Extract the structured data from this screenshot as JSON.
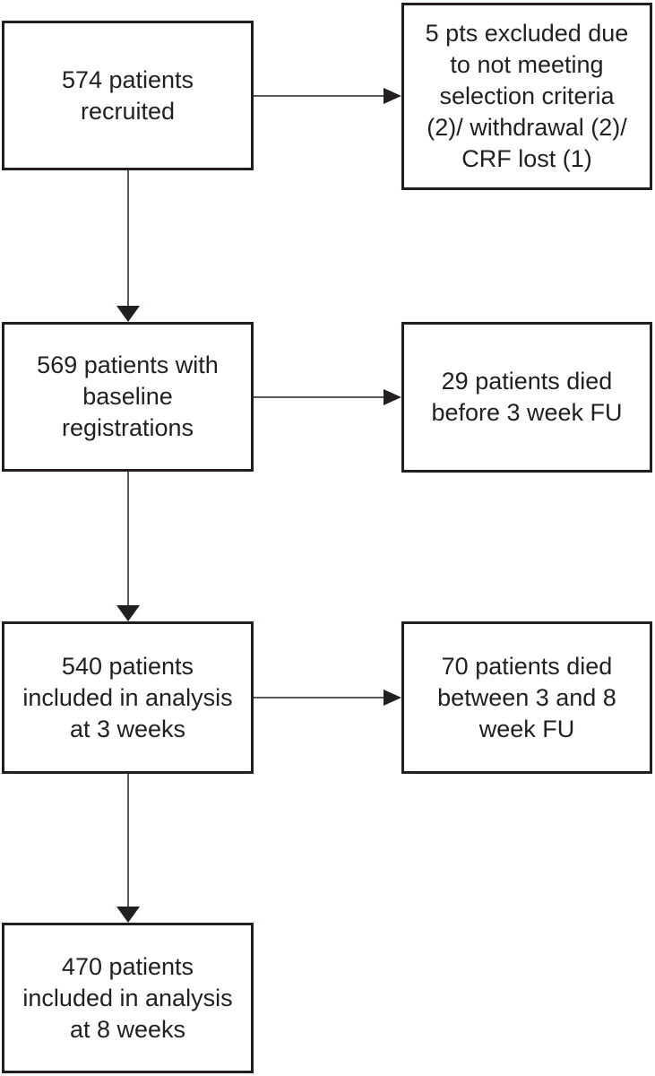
{
  "flowchart": {
    "nodes": {
      "recruited": {
        "text": "574 patients\nrecruited"
      },
      "excluded": {
        "text": "5 pts excluded due\nto not meeting\nselection criteria\n(2)/ withdrawal (2)/\nCRF lost (1)"
      },
      "baseline": {
        "text": "569 patients with\nbaseline\nregistrations"
      },
      "died_before_3wk": {
        "text": "29 patients died\nbefore 3 week FU"
      },
      "analysis_3wk": {
        "text": "540 patients\nincluded in analysis\nat 3 weeks"
      },
      "died_3_to_8wk": {
        "text": "70 patients died\nbetween 3 and 8\nweek FU"
      },
      "analysis_8wk": {
        "text": "470 patients\nincluded in analysis\nat 8 weeks"
      }
    },
    "colors": {
      "box_border": "#231f20",
      "text": "#231f20",
      "connector_line": "#58595b",
      "arrowhead": "#231f20",
      "background": "#ffffff"
    }
  }
}
